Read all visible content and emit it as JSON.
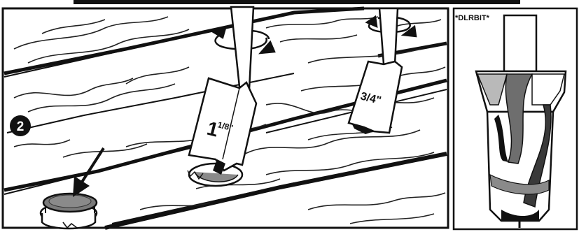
{
  "illustration": {
    "step_number": "2",
    "bit_large_label_main": "1",
    "bit_large_label_fraction": "1/8\"",
    "bit_small_label": "3/4\""
  },
  "inset": {
    "title": "*DLRBIT*"
  },
  "colors": {
    "ink": "#111111",
    "paper": "#ffffff",
    "shade": "#7a7a7a",
    "light_shade": "#b9b9b9"
  }
}
